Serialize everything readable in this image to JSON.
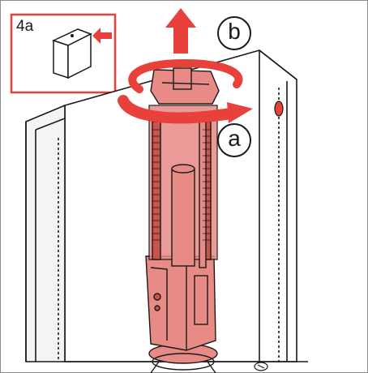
{
  "step_label": "4a",
  "callout_b": "b",
  "callout_a": "a",
  "colors": {
    "accent_red": "#e8403a",
    "part_fill": "#e88a86",
    "part_dark": "#c9544e",
    "line": "#1a1a1a"
  }
}
